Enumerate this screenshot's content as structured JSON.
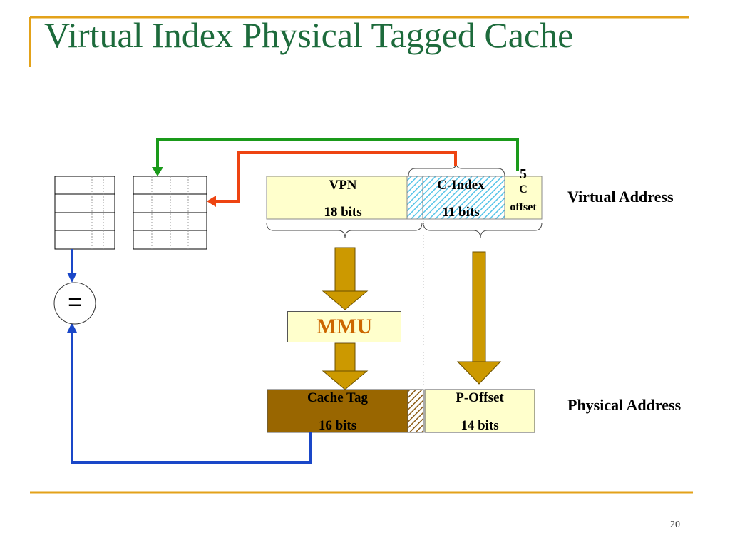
{
  "slide": {
    "title": "Virtual Index Physical Tagged Cache",
    "page_number": "20"
  },
  "virtual_address": {
    "label": "Virtual Address",
    "vpn": {
      "name": "VPN",
      "bits": "18 bits"
    },
    "c_index": {
      "name": "C-Index",
      "bits": "11 bits"
    },
    "c_offset": {
      "count": "5",
      "name_line1": "C",
      "name_line2": "offset"
    }
  },
  "mmu": {
    "label": "MMU"
  },
  "physical_address": {
    "label": "Physical Address",
    "cache_tag": {
      "name": "Cache Tag",
      "bits": "16 bits"
    },
    "p_offset": {
      "name": "P-Offset",
      "bits": "14 bits"
    }
  },
  "comparator": {
    "symbol": "="
  },
  "colors": {
    "title": "#1d6b3c",
    "rule": "#e3a21a",
    "address_field": "#ffffcc",
    "cache_tag_fill": "#996600",
    "hatch_blue": "#66ccee",
    "arrow_gold": "#cc9900",
    "green_path": "#1a9a1a",
    "red_path": "#ee4411",
    "blue_path": "#1a47c8",
    "mmu_text": "#cc6600"
  }
}
